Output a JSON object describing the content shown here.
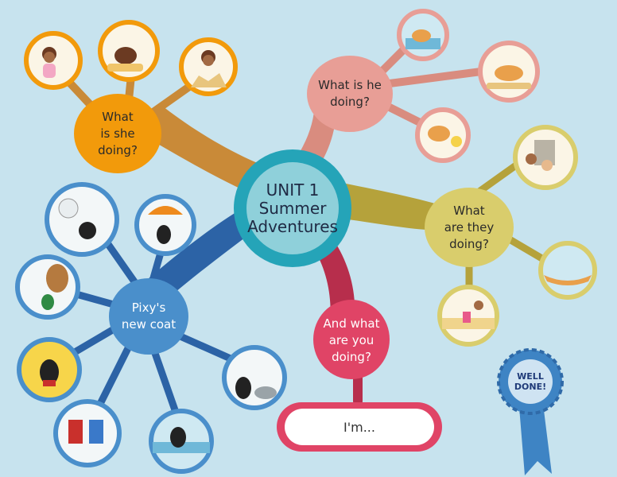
{
  "center": {
    "label": "UNIT 1\nSummer\nAdventures"
  },
  "hubs": {
    "she": {
      "label": "What\nis she\ndoing?"
    },
    "he": {
      "label": "What is he\ndoing?"
    },
    "they": {
      "label": "What\nare they\ndoing?"
    },
    "you": {
      "label": "And what\nare you\ndoing?"
    },
    "pixy": {
      "label": "Pixy's\nnew coat"
    }
  },
  "answer_box": {
    "label": "I'm..."
  },
  "rosette": {
    "label": "WELL\nDONE!"
  },
  "colors": {
    "background": "#c7e3ee",
    "center": "#25a4b8",
    "she": "#f29a0b",
    "he": "#e89e96",
    "they": "#d9cd6c",
    "you": "#e04466",
    "pixy": "#4a8fcb",
    "rosette": "#3e84c4"
  }
}
